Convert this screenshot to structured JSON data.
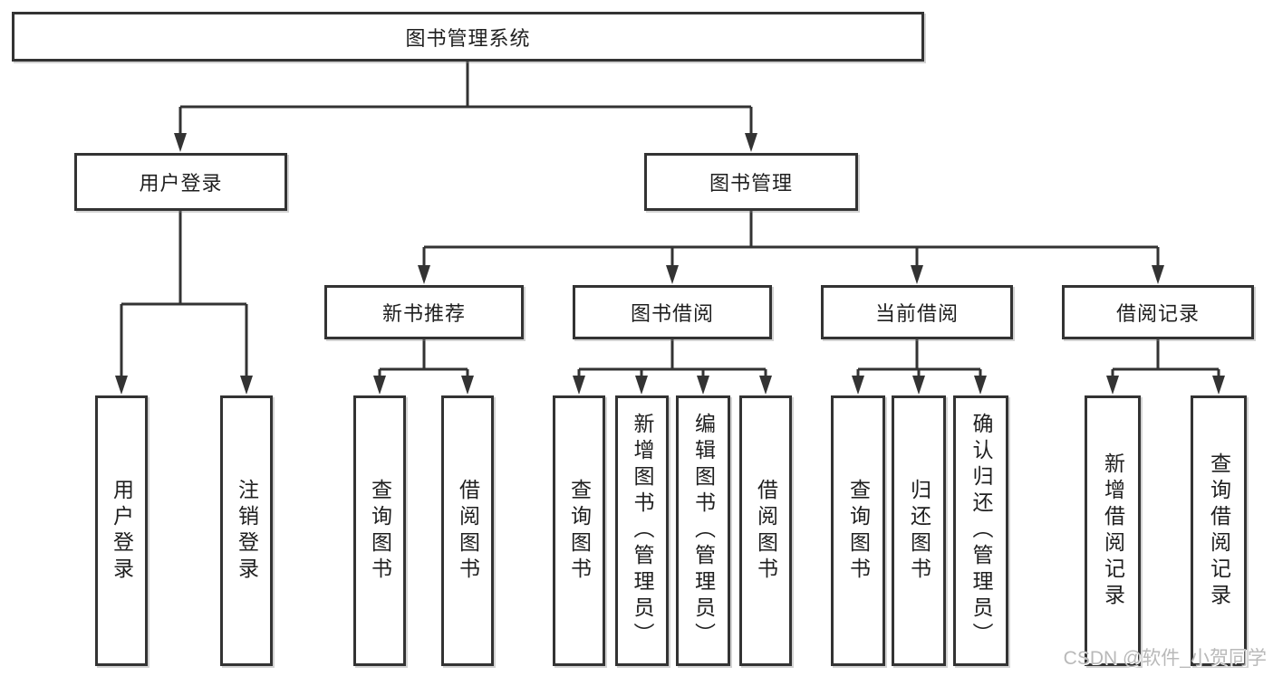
{
  "diagram": {
    "root": {
      "label": "图书管理系统",
      "children": [
        {
          "label": "用户登录",
          "children": [
            {
              "label": "用户登录"
            },
            {
              "label": "注销登录"
            }
          ]
        },
        {
          "label": "图书管理",
          "children": [
            {
              "label": "新书推荐",
              "children": [
                {
                  "label": "查询图书"
                },
                {
                  "label": "借阅图书"
                }
              ]
            },
            {
              "label": "图书借阅",
              "children": [
                {
                  "label": "查询图书"
                },
                {
                  "label": "新增图书（管理员）"
                },
                {
                  "label": "编辑图书（管理员）"
                },
                {
                  "label": "借阅图书"
                }
              ]
            },
            {
              "label": "当前借阅",
              "children": [
                {
                  "label": "查询图书"
                },
                {
                  "label": "归还图书"
                },
                {
                  "label": "确认归还（管理员）"
                }
              ]
            },
            {
              "label": "借阅记录",
              "children": [
                {
                  "label": "新增借阅记录"
                },
                {
                  "label": "查询借阅记录"
                }
              ]
            }
          ]
        }
      ]
    }
  },
  "watermark": {
    "text": "CSDN @软件_小贺同学"
  },
  "colors": {
    "line": "#333333",
    "text": "#1f1f1f",
    "watermark": "#b9b9b9",
    "background": "#ffffff"
  }
}
